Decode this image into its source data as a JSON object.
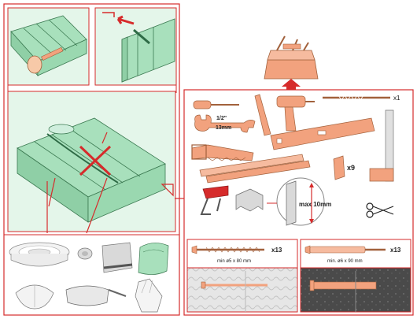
{
  "left_panel": {
    "materials": [
      "tape-roll",
      "felt-pad",
      "hammer-in-film",
      "green-folded-sheet",
      "dust-mask",
      "safety-glasses",
      "work-gloves"
    ]
  },
  "tools_panel": {
    "drill_bit_count": "x1",
    "wrench_size_fraction": "1/2\"",
    "wrench_size_mm": "13mm",
    "block_count": "x9",
    "bracket_gap_label": "max 10mm"
  },
  "fasteners": {
    "wood": {
      "count": "x13",
      "spec": "min ø5 x 80 mm"
    },
    "masonry": {
      "count": "x13",
      "spec": "min. ø6 x 90 mm"
    }
  },
  "colors": {
    "accent": "#d62b2b",
    "green": "#a8e0bc",
    "salmon": "#f2a27e",
    "gray": "#d9d9d9"
  }
}
